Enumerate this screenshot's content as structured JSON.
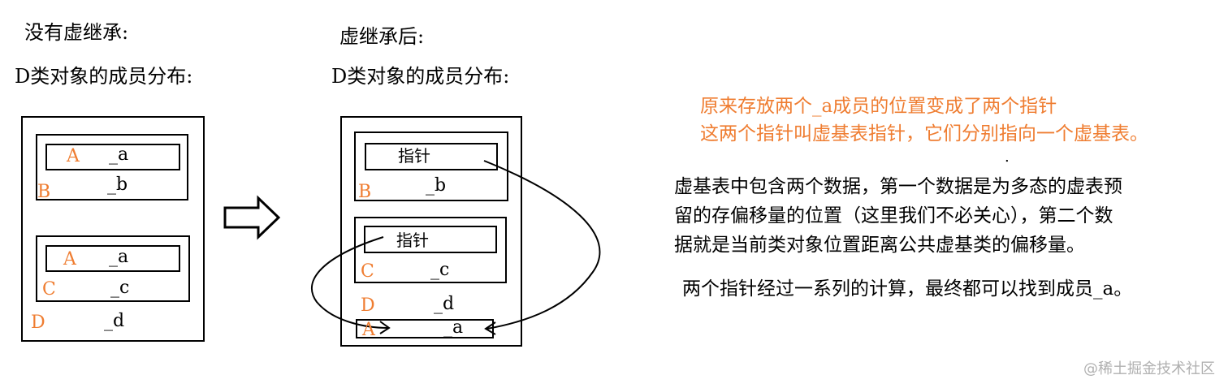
{
  "left": {
    "heading1": "没有虚继承:",
    "heading2": "D类对象的成员分布:",
    "labels": {
      "A1": "A",
      "a1": "_a",
      "B": "B",
      "b": "_b",
      "A2": "A",
      "a2": "_a",
      "C": "C",
      "c": "_c",
      "D": "D",
      "d": "_d"
    }
  },
  "right": {
    "heading1": "虚继承后:",
    "heading2": "D类对象的成员分布:",
    "labels": {
      "ptr1": "指针",
      "B": "B",
      "b": "_b",
      "ptr2": "指针",
      "C": "C",
      "c": "_c",
      "D": "D",
      "d": "_d",
      "A": "A",
      "a": "_a"
    }
  },
  "notes": {
    "orange_line1": "原来存放两个_a成员的位置变成了两个指针",
    "orange_line2": "这两个指针叫虚基表指针，它们分别指向一个虚基表。",
    "dot": ".",
    "para1_line1": "虚基表中包含两个数据，第一个数据是为多态的虚表预",
    "para1_line2": "留的存偏移量的位置（这里我们不必关心），第二个数",
    "para1_line3": "据就是当前类对象位置距离公共虚基类的偏移量。",
    "para2": "两个指针经过一系列的计算，最终都可以找到成员_a。"
  },
  "watermark": "@稀土掘金技术社区",
  "colors": {
    "accent": "#ef7d31",
    "ink": "#000000",
    "watermark": "#b0b0b0"
  }
}
